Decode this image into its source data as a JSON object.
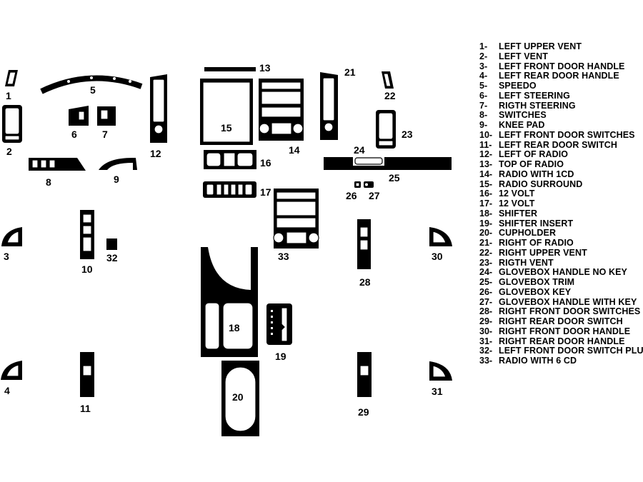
{
  "callouts": [
    "1",
    "2",
    "3",
    "4",
    "5",
    "6",
    "7",
    "8",
    "9",
    "10",
    "11",
    "12",
    "13",
    "14",
    "15",
    "16",
    "17",
    "18",
    "19",
    "20",
    "21",
    "22",
    "23",
    "24",
    "25",
    "26",
    "27",
    "28",
    "29",
    "30",
    "31",
    "32",
    "33"
  ],
  "legend": [
    {
      "num": "1-",
      "name": "LEFT UPPER VENT"
    },
    {
      "num": "2-",
      "name": "LEFT VENT"
    },
    {
      "num": "3-",
      "name": "LEFT FRONT DOOR HANDLE"
    },
    {
      "num": "4-",
      "name": "LEFT REAR DOOR HANDLE"
    },
    {
      "num": "5-",
      "name": "SPEEDO"
    },
    {
      "num": "6-",
      "name": "LEFT STEERING"
    },
    {
      "num": "7-",
      "name": "RIGTH STEERING"
    },
    {
      "num": "8-",
      "name": "SWITCHES"
    },
    {
      "num": "9-",
      "name": "KNEE PAD"
    },
    {
      "num": "10-",
      "name": "LEFT FRONT DOOR SWITCHES"
    },
    {
      "num": "11-",
      "name": "LEFT REAR DOOR SWITCH"
    },
    {
      "num": "12-",
      "name": "LEFT OF RADIO"
    },
    {
      "num": "13-",
      "name": "TOP OF RADIO"
    },
    {
      "num": "14-",
      "name": "RADIO WITH 1CD"
    },
    {
      "num": "15-",
      "name": "RADIO SURROUND"
    },
    {
      "num": "16-",
      "name": "12 VOLT"
    },
    {
      "num": "17-",
      "name": "12 VOLT"
    },
    {
      "num": "18-",
      "name": "SHIFTER"
    },
    {
      "num": "19-",
      "name": "SHIFTER INSERT"
    },
    {
      "num": "20-",
      "name": "CUPHOLDER"
    },
    {
      "num": "21-",
      "name": "RIGHT OF RADIO"
    },
    {
      "num": "22-",
      "name": "RIGHT UPPER VENT"
    },
    {
      "num": "23-",
      "name": "RIGTH VENT"
    },
    {
      "num": "24-",
      "name": "GLOVEBOX HANDLE NO KEY"
    },
    {
      "num": "25-",
      "name": "GLOVEBOX TRIM"
    },
    {
      "num": "26-",
      "name": "GLOVEBOX KEY"
    },
    {
      "num": "27-",
      "name": "GLOVEBOX HANDLE WITH KEY"
    },
    {
      "num": "28-",
      "name": "RIGHT FRONT DOOR SWITCHES"
    },
    {
      "num": "29-",
      "name": "RIGHT REAR DOOR SWITCH"
    },
    {
      "num": "30-",
      "name": "RIGHT FRONT DOOR HANDLE"
    },
    {
      "num": "31-",
      "name": "RIGHT REAR DOOR HANDLE"
    },
    {
      "num": "32-",
      "name": "LEFT FRONT DOOR SWITCH PLUG"
    },
    {
      "num": "33-",
      "name": "RADIO WITH 6 CD"
    }
  ]
}
